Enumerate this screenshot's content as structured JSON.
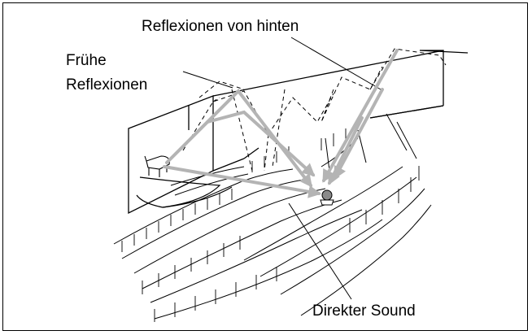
{
  "labels": {
    "back_reflections": "Reflexionen von hinten",
    "early_reflections_line1": "Frühe",
    "early_reflections_line2": "Reflexionen",
    "direct_sound": "Direkter Sound"
  },
  "colors": {
    "outline": "#000000",
    "arrow": "#b4b4b4",
    "listener": "#8a8a8a",
    "background": "#ffffff"
  },
  "icons": [
    "grand-piano-icon",
    "listener-head-icon"
  ]
}
